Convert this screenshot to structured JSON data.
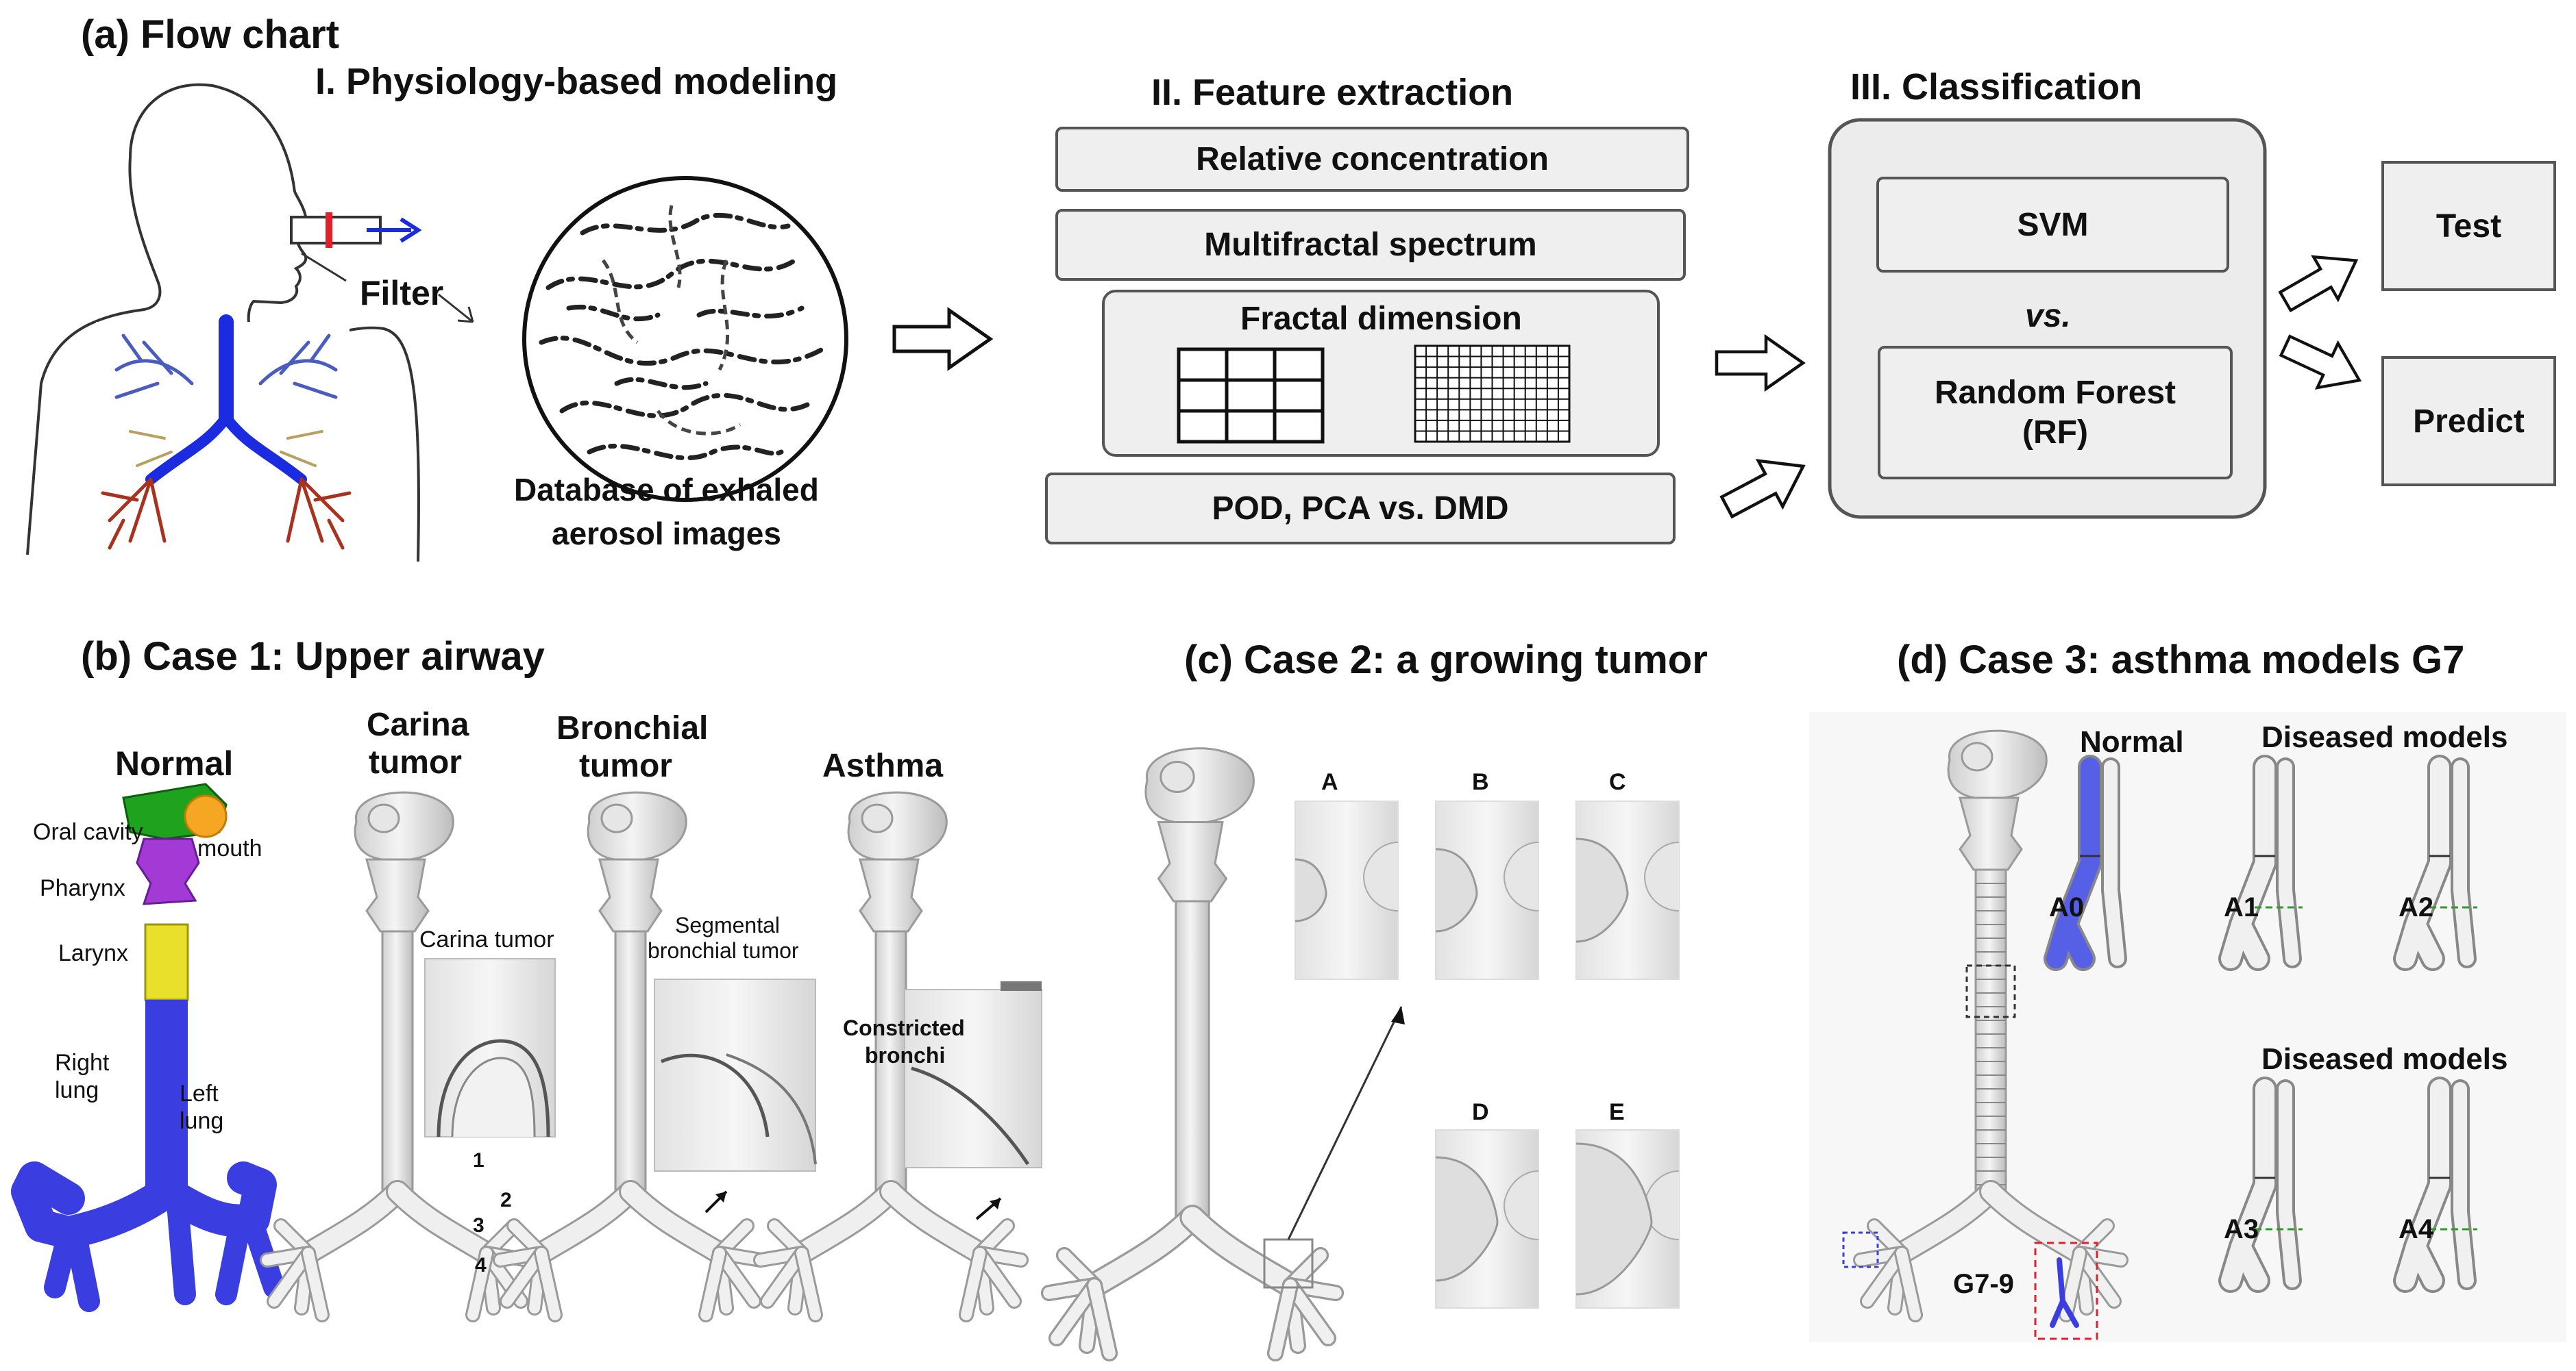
{
  "panel_a": {
    "title": "(a) Flow chart",
    "stage1": "I. Physiology-based modeling",
    "filter_label": "Filter",
    "database_label_1": "Database of exhaled",
    "database_label_2": "aerosol  images",
    "stage2": "II. Feature extraction",
    "box_relative": "Relative concentration",
    "box_multifractal": "Multifractal spectrum",
    "box_fractal": "Fractal dimension",
    "box_pod": "POD, PCA vs. DMD",
    "stage3": "III. Classification",
    "box_svm": "SVM",
    "vs": "vs.",
    "box_rf_1": "Random Forest",
    "box_rf_2": "(RF)",
    "box_test": "Test",
    "box_predict": "Predict"
  },
  "panel_b": {
    "title": "(b) Case 1: Upper airway",
    "normal": "Normal",
    "oral_cavity": "Oral cavity",
    "mouth": "mouth",
    "pharynx": "Pharynx",
    "larynx": "Larynx",
    "right_lung_1": "Right",
    "right_lung_2": "lung",
    "left_lung_1": "Left",
    "left_lung_2": "lung",
    "carina_1": "Carina",
    "carina_2": "tumor",
    "carina_detail": "Carina tumor",
    "bronchial_1": "Bronchial",
    "bronchial_2": "tumor",
    "segmental_1": "Segmental",
    "segmental_2": "bronchial tumor",
    "asthma": "Asthma",
    "constricted_1": "Constricted",
    "constricted_2": "bronchi",
    "n1": "1",
    "n2": "2",
    "n3": "3",
    "n4": "4"
  },
  "panel_c": {
    "title": "(c) Case 2: a growing tumor",
    "A": "A",
    "B": "B",
    "C": "C",
    "D": "D",
    "E": "E"
  },
  "panel_d": {
    "title": "(d) Case 3: asthma models G7",
    "normal": "Normal",
    "diseased_1": "Diseased models",
    "diseased_2": "Diseased models",
    "a0": "A0",
    "a1": "A1",
    "a2": "A2",
    "a3": "A3",
    "a4": "A4",
    "g79": "G7-9"
  },
  "colors": {
    "airway_blue": "#3a3ee0",
    "oral_green": "#1fa31f",
    "mouth_orange": "#f5a623",
    "pharynx_purple": "#a43ad6",
    "larynx_yellow": "#e8e02a",
    "arrow_blue": "#1a2be0",
    "filter_red": "#e0202a"
  }
}
